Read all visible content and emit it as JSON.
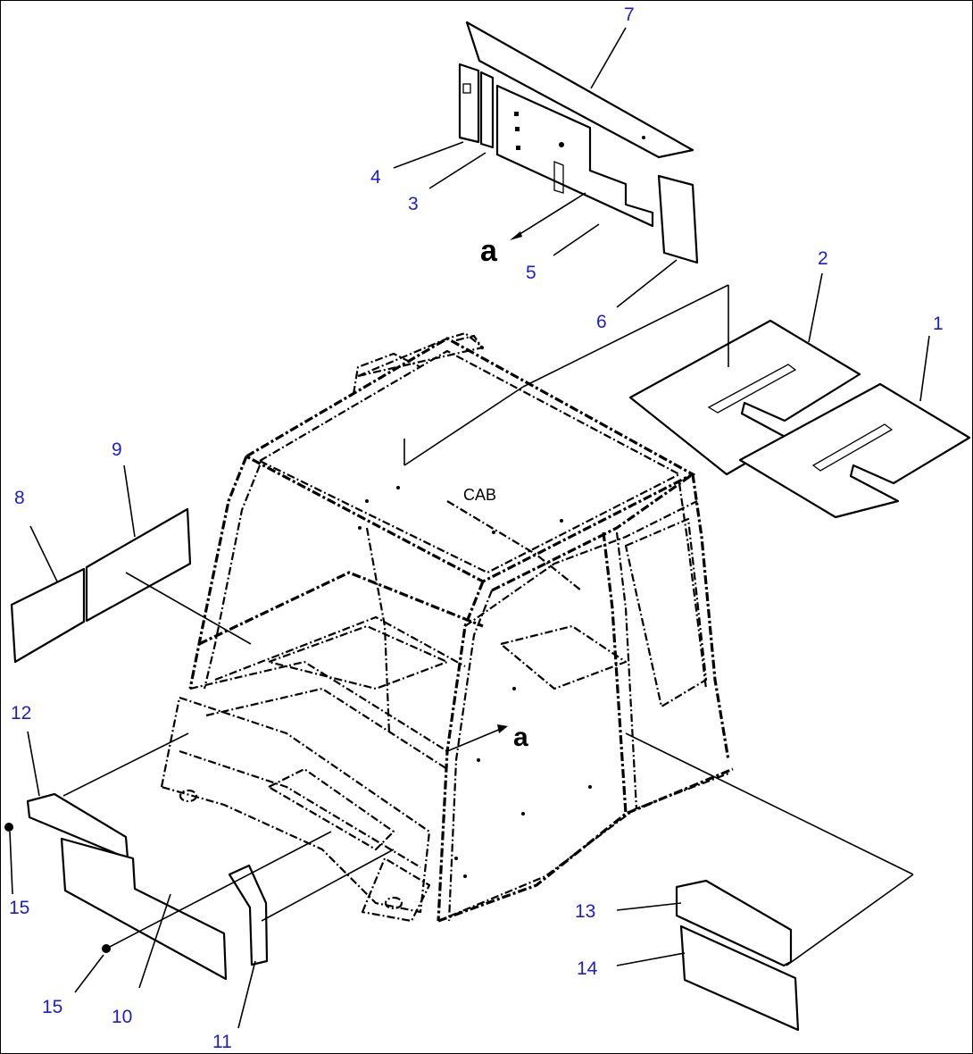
{
  "diagram": {
    "cab_label": "CAB",
    "view_marker_top": "a",
    "view_marker_cab": "a",
    "accent_color": "#1d1dcc",
    "callouts": [
      {
        "id": "1",
        "text": "1"
      },
      {
        "id": "2",
        "text": "2"
      },
      {
        "id": "3",
        "text": "3"
      },
      {
        "id": "4",
        "text": "4"
      },
      {
        "id": "5",
        "text": "5"
      },
      {
        "id": "6",
        "text": "6"
      },
      {
        "id": "7",
        "text": "7"
      },
      {
        "id": "8",
        "text": "8"
      },
      {
        "id": "9",
        "text": "9"
      },
      {
        "id": "10",
        "text": "10"
      },
      {
        "id": "11",
        "text": "11"
      },
      {
        "id": "12",
        "text": "12"
      },
      {
        "id": "13",
        "text": "13"
      },
      {
        "id": "14",
        "text": "14"
      },
      {
        "id": "15a",
        "text": "15"
      },
      {
        "id": "15b",
        "text": "15"
      }
    ]
  }
}
